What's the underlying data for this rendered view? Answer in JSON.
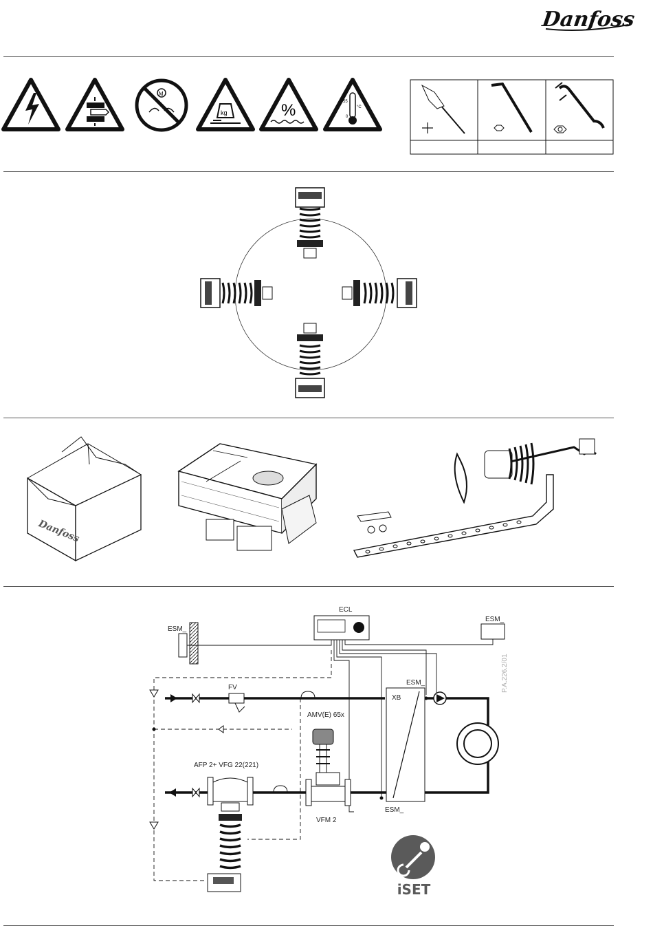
{
  "brand": {
    "name": "Danfoss"
  },
  "warnings": [
    {
      "icon": "electric-hazard-icon"
    },
    {
      "icon": "crush-hazard-icon"
    },
    {
      "icon": "do-not-lift-by-motor-icon"
    },
    {
      "icon": "heavy-weight-icon"
    },
    {
      "icon": "humidity-icon",
      "symbol": "%"
    },
    {
      "icon": "temperature-icon",
      "temp_max": "55",
      "temp_min": "0",
      "unit": "°C"
    }
  ],
  "tools": [
    {
      "icon": "phillips-screwdriver-icon"
    },
    {
      "icon": "hex-key-icon"
    },
    {
      "icon": "open-end-wrench-icon"
    }
  ],
  "diagram": {
    "ecl": "ECL",
    "esm_outdoor": "ESM_",
    "esm_top_right": "ESM_",
    "esm_supply": "ESM_",
    "esm_return": "ESM_",
    "fv": "FV",
    "xb": "XB",
    "amv": "AMV(E) 65x",
    "afp": "AFP 2+ VFG 22(221)",
    "vfm": "VFM 2",
    "ref": "P.A.226.2/01"
  },
  "iset": {
    "label": "iSET"
  }
}
